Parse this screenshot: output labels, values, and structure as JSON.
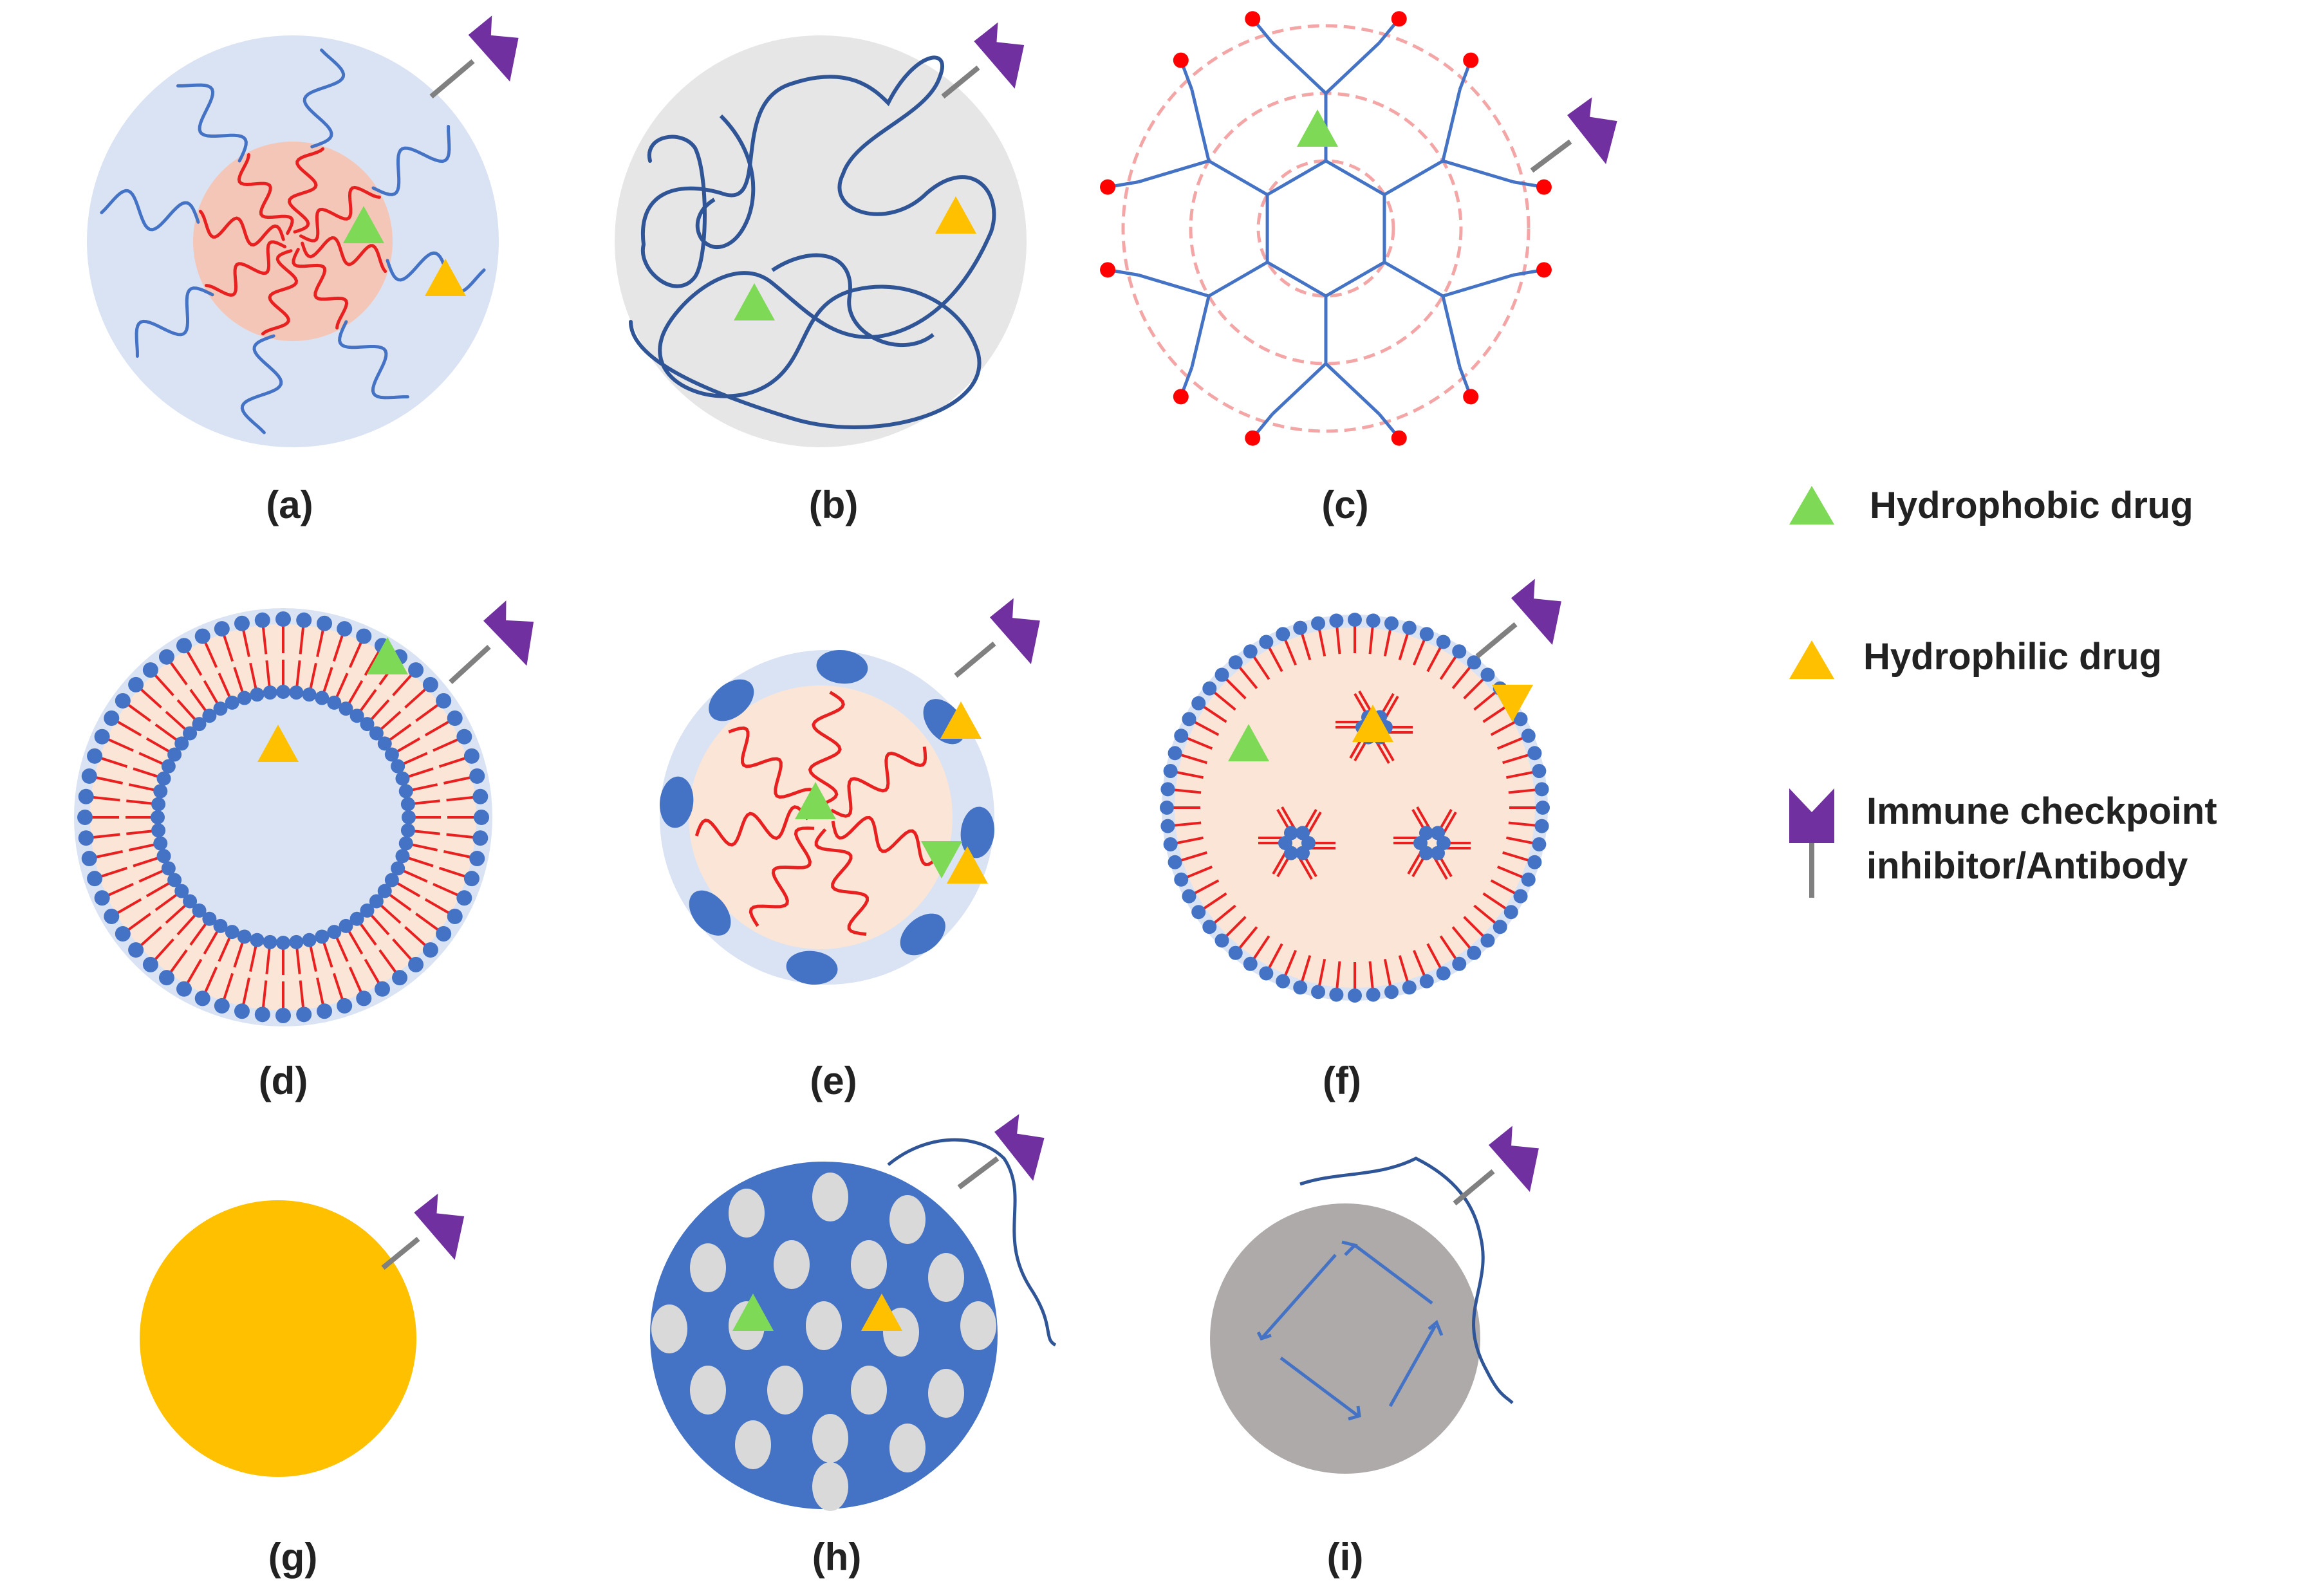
{
  "panels": [
    {
      "id": "a",
      "label": "(a)"
    },
    {
      "id": "b",
      "label": "(b)"
    },
    {
      "id": "c",
      "label": "(c)"
    },
    {
      "id": "d",
      "label": "(d)"
    },
    {
      "id": "e",
      "label": "(e)"
    },
    {
      "id": "f",
      "label": "(f)"
    },
    {
      "id": "g",
      "label": "(g)"
    },
    {
      "id": "h",
      "label": "(h)"
    },
    {
      "id": "i",
      "label": "(i)"
    }
  ],
  "legend": {
    "hydrophobic": "Hydrophobic drug",
    "hydrophilic": "Hydrophilic drug",
    "antibody_line1": "Immune checkpoint",
    "antibody_line2": "inhibitor/Antibody"
  },
  "colors": {
    "hydrophobic": "#7ed957",
    "hydrophilic": "#ffc000",
    "antibody": "#7030a0",
    "polymer_blue": "#4472c4",
    "lipid_red": "#e82020",
    "shell_blue": "#dae3f3",
    "core_peach": "#fbe5d6",
    "gray_particle": "#b0aeae",
    "gold_particle": "#ffc000"
  }
}
